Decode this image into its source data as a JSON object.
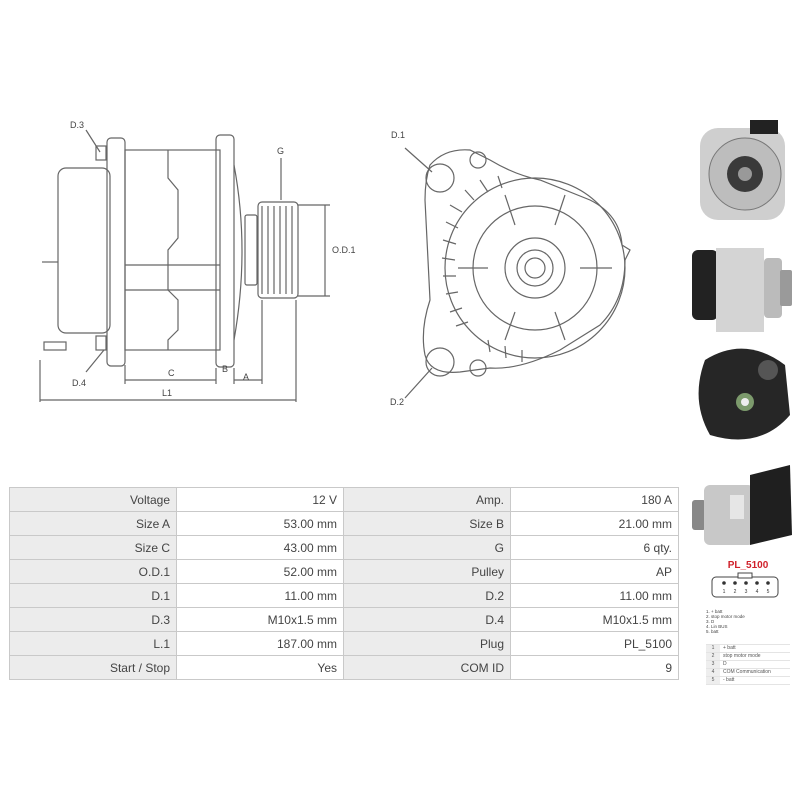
{
  "diagram_labels": {
    "d3": "D.3",
    "d4": "D.4",
    "g": "G",
    "od1": "O.D.1",
    "c": "C",
    "b": "B",
    "a": "A",
    "l1": "L1",
    "d1": "D.1",
    "d2": "D.2"
  },
  "specs": [
    {
      "left_label": "Voltage",
      "left_value": "12 V",
      "right_label": "Amp.",
      "right_value": "180 A"
    },
    {
      "left_label": "Size A",
      "left_value": "53.00 mm",
      "right_label": "Size B",
      "right_value": "21.00 mm"
    },
    {
      "left_label": "Size C",
      "left_value": "43.00 mm",
      "right_label": "G",
      "right_value": "6 qty."
    },
    {
      "left_label": "O.D.1",
      "left_value": "52.00 mm",
      "right_label": "Pulley",
      "right_value": "AP"
    },
    {
      "left_label": "D.1",
      "left_value": "11.00 mm",
      "right_label": "D.2",
      "right_value": "11.00 mm"
    },
    {
      "left_label": "D.3",
      "left_value": "M10x1.5 mm",
      "right_label": "D.4",
      "right_value": "M10x1.5 mm"
    },
    {
      "left_label": "L.1",
      "left_value": "187.00 mm",
      "right_label": "Plug",
      "right_value": "PL_5100"
    },
    {
      "left_label": "Start / Stop",
      "left_value": "Yes",
      "right_label": "COM ID",
      "right_value": "9"
    }
  ],
  "plug": {
    "title": "PL_5100",
    "pins": [
      "1",
      "2",
      "3",
      "4",
      "5"
    ],
    "pin_list": [
      "1. + batt",
      "2. stop motor mode",
      "3. D",
      "4. Lin BUS",
      "5. batt"
    ],
    "legend": [
      {
        "n": "1",
        "t": "+ batt"
      },
      {
        "n": "2",
        "t": "stop motor mode"
      },
      {
        "n": "3",
        "t": "D"
      },
      {
        "n": "4",
        "t": "COM Communication"
      },
      {
        "n": "5",
        "t": "- batt"
      }
    ]
  },
  "colors": {
    "table_label_bg": "#ececec",
    "table_border": "#c9c9c9",
    "plug_title": "#d0202a"
  }
}
